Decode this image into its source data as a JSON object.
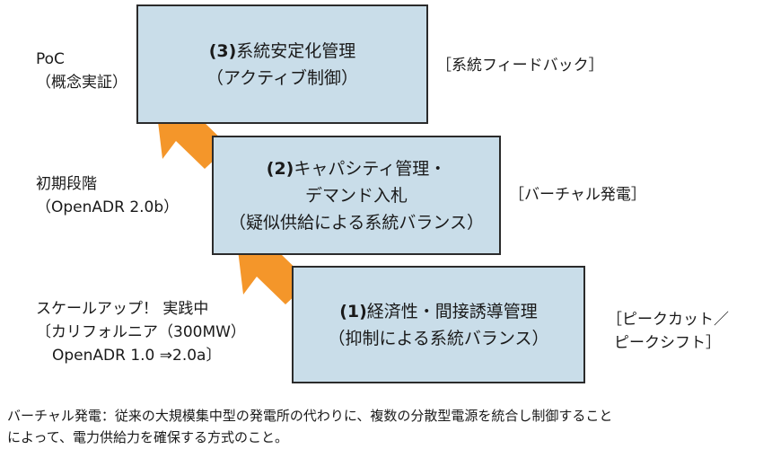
{
  "boxes": {
    "level3": {
      "number": "(3)",
      "title": "系統安定化管理",
      "subtitle": "（アクティブ制御）"
    },
    "level2": {
      "number": "(2)",
      "title": "キャパシティ管理・",
      "line2": "デマンド入札",
      "line3": "（疑似供給による系統バランス）"
    },
    "level1": {
      "number": "(1)",
      "title": "経済性・間接誘導管理",
      "subtitle": "（抑制による系統バランス）"
    }
  },
  "stages": {
    "level3": {
      "line1": "PoC",
      "line2": "（概念実証）"
    },
    "level2": {
      "line1": "初期段階",
      "line2": "（OpenADR 2.0b）"
    },
    "level1": {
      "line1": "スケールアップ！ 実践中",
      "line2": "〔カリフォルニア（300MW）",
      "line3": "OpenADR 1.0 ⇒2.0a〕"
    }
  },
  "tags": {
    "level3": "［系統フィードバック］",
    "level2": "［バーチャル発電］",
    "level1_line1": "［ピークカット／",
    "level1_line2": "ピークシフト］"
  },
  "footnote": {
    "line1": "バーチャル発電：従来の大規模集中型の発電所の代わりに、複数の分散型電源を統合し制御すること",
    "line2": "によって、電力供給力を確保する方式のこと。"
  },
  "colors": {
    "box_fill": "#c9dde9",
    "box_border": "#2b2b2b",
    "arrow": "#f4962a"
  }
}
